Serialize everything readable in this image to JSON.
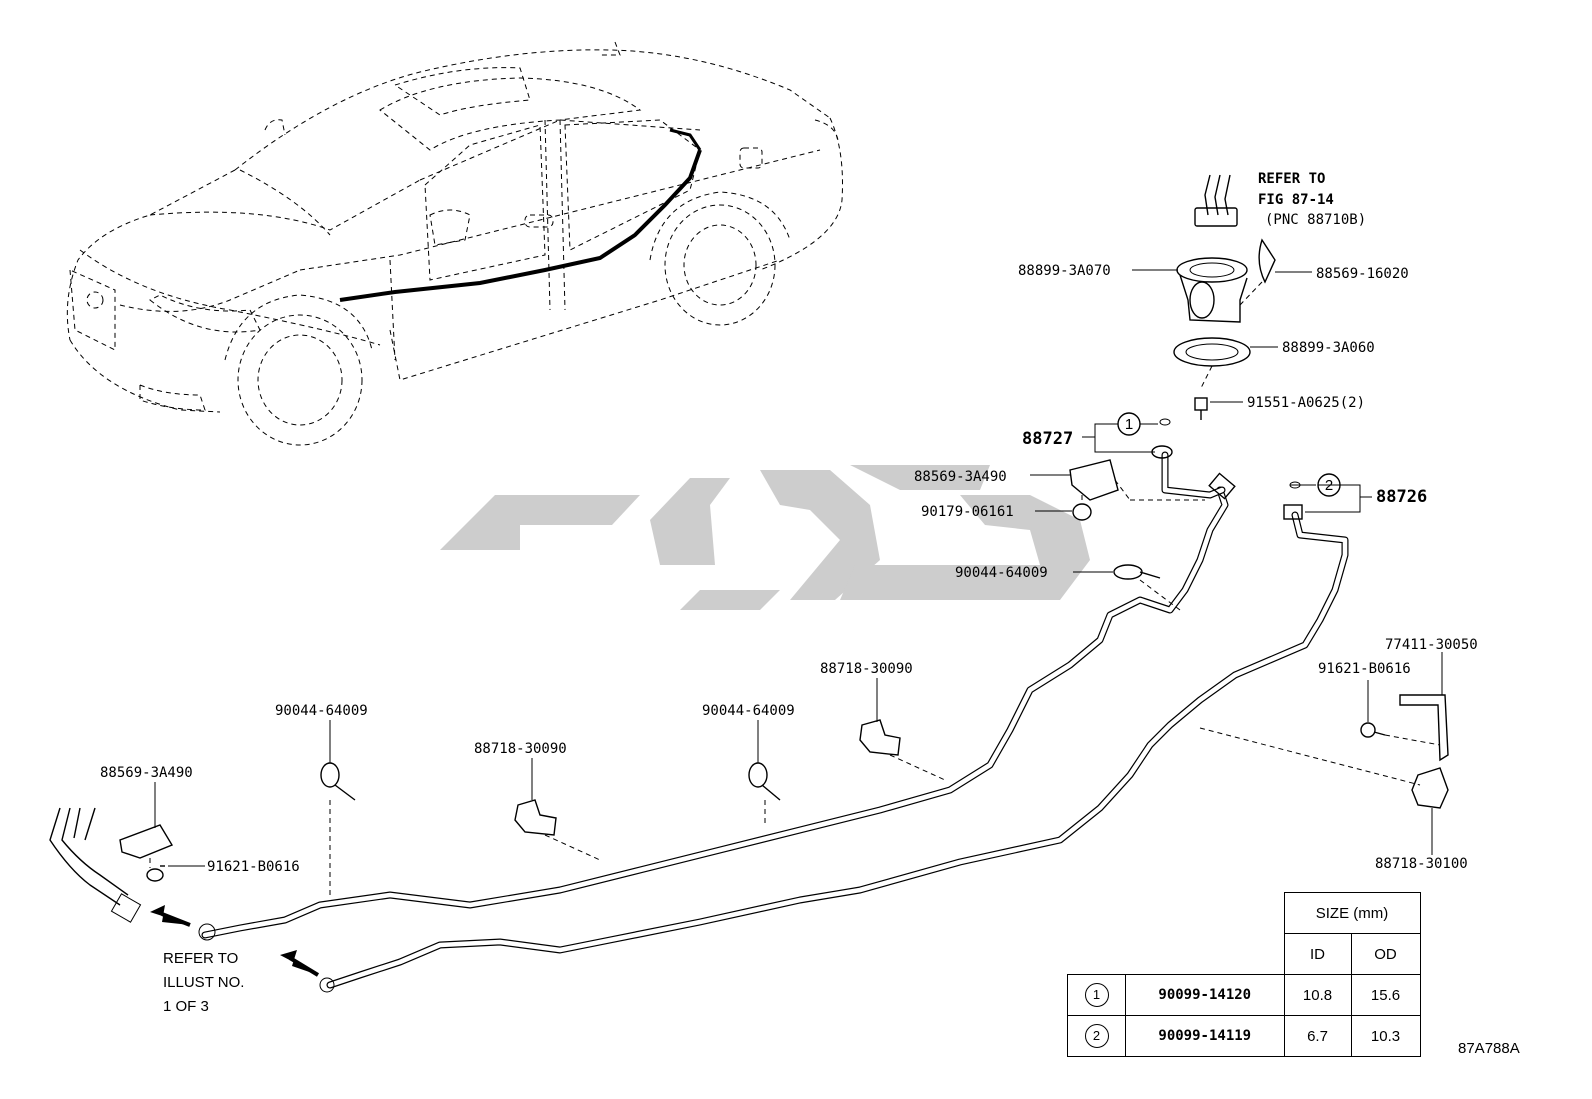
{
  "parts": {
    "p88899_3A070": "88899-3A070",
    "p88569_16020": "88569-16020",
    "p88899_3A060": "88899-3A060",
    "p91551": "91551-A0625(2)",
    "p88727": "88727",
    "p88726": "88726",
    "p88569_3A490_top": "88569-3A490",
    "p90179": "90179-06161",
    "p90044_right": "90044-64009",
    "p88718_30090_right": "88718-30090",
    "p88718_30090_mid": "88718-30090",
    "p90044_mid": "90044-64009",
    "p90044_left": "90044-64009",
    "p88569_3A490_left": "88569-3A490",
    "p91621_left": "91621-B0616",
    "p77411": "77411-30050",
    "p91621_right": "91621-B0616",
    "p88718_30100": "88718-30100",
    "circle1": "1",
    "circle2": "2"
  },
  "refer_top": {
    "line1": "REFER TO",
    "line2": "FIG 87-14",
    "line3": "(PNC 88710B)"
  },
  "refer_bottom": {
    "line1": "REFER TO",
    "line2": "ILLUST NO.",
    "line3": "1 OF 3"
  },
  "size_table": {
    "header": "SIZE (mm)",
    "col_id": "ID",
    "col_od": "OD",
    "rows": [
      {
        "num": "1",
        "part": "90099-14120",
        "id": "10.8",
        "od": "15.6"
      },
      {
        "num": "2",
        "part": "90099-14119",
        "id": "6.7",
        "od": "10.3"
      }
    ]
  },
  "figure_id": "87A788A",
  "watermark_color": "#c8c8c8"
}
